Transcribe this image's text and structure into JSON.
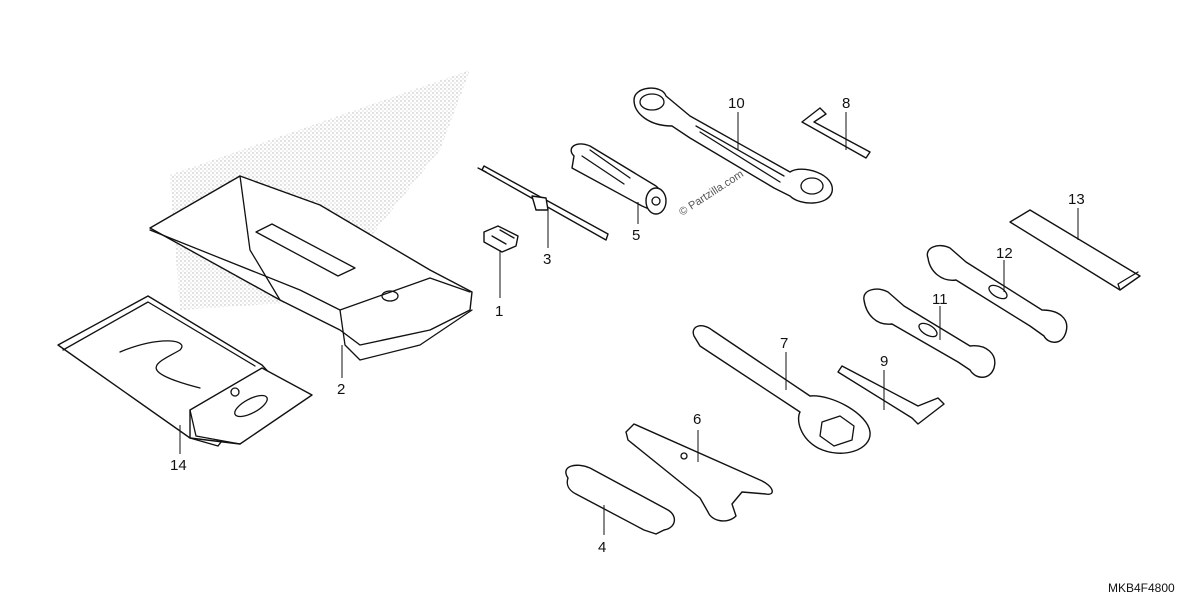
{
  "parts": [
    {
      "id": "part-1",
      "label": "1"
    },
    {
      "id": "part-2",
      "label": "2"
    },
    {
      "id": "part-3",
      "label": "3"
    },
    {
      "id": "part-4",
      "label": "4"
    },
    {
      "id": "part-5",
      "label": "5"
    },
    {
      "id": "part-6",
      "label": "6"
    },
    {
      "id": "part-7",
      "label": "7"
    },
    {
      "id": "part-8",
      "label": "8"
    },
    {
      "id": "part-9",
      "label": "9"
    },
    {
      "id": "part-10",
      "label": "10"
    },
    {
      "id": "part-11",
      "label": "11"
    },
    {
      "id": "part-12",
      "label": "12"
    },
    {
      "id": "part-13",
      "label": "13"
    },
    {
      "id": "part-14",
      "label": "14"
    }
  ],
  "diagram_code": "MKB4F4800",
  "watermark": "© Partzilla.com"
}
